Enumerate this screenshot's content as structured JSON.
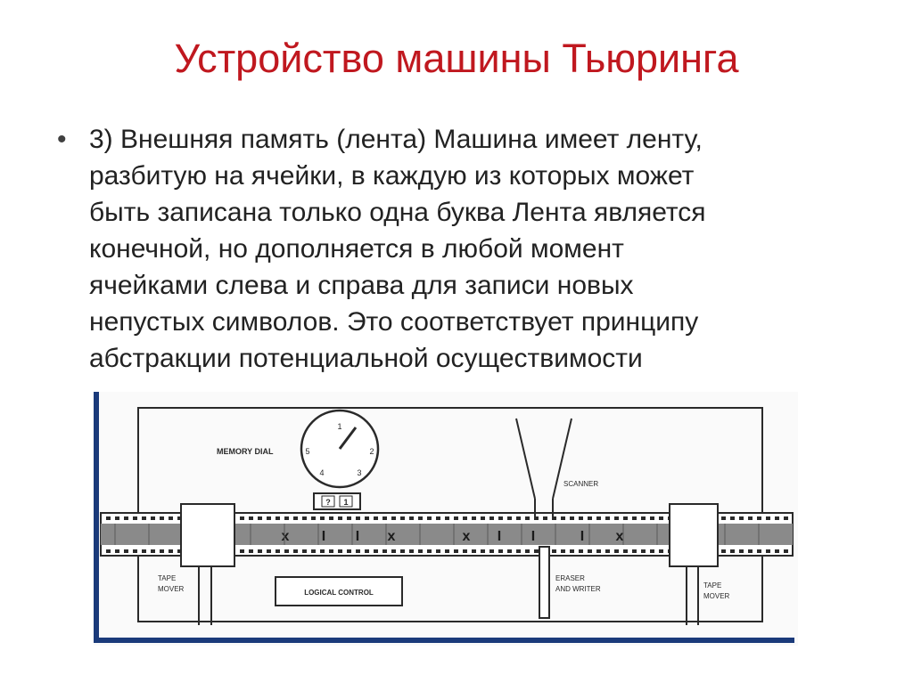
{
  "slide": {
    "title": "Устройство машины Тьюринга",
    "bullet_symbol": "•",
    "bullet_lines": [
      "3) Внешняя память (лента) Машина имеет ленту,",
      "разбитую на ячейки, в каждую из которых может",
      "быть записана только одна буква Лента является",
      "конечной, но дополняется в любой момент",
      "ячейками слева и справа для записи новых",
      "непустых символов. Это соответствует принципу",
      "абстракции потенциальной осуществимости"
    ]
  },
  "figure": {
    "memory_dial_label": "MEMORY DIAL",
    "dial_numbers": [
      "1",
      "2",
      "3",
      "4",
      "5"
    ],
    "counter_values": [
      "?",
      "1"
    ],
    "scanner_label": "SCANNER",
    "logical_control_label": "LOGICAL CONTROL",
    "eraser_label_line1": "ERASER",
    "eraser_label_line2": "AND WRITER",
    "tape_mover_left_line1": "TAPE",
    "tape_mover_left_line2": "MOVER",
    "tape_mover_right_line1": "TAPE",
    "tape_mover_right_line2": "MOVER",
    "tape_symbols": [
      "x",
      "I",
      "I",
      "x",
      "x",
      "I",
      "I",
      "I",
      "x"
    ]
  },
  "colors": {
    "title": "#c0181f",
    "body_text": "#222222",
    "figure_frame": "#1a3a7a",
    "figure_ink": "#2a2a2a",
    "tape_fill": "#8a8a8a"
  }
}
